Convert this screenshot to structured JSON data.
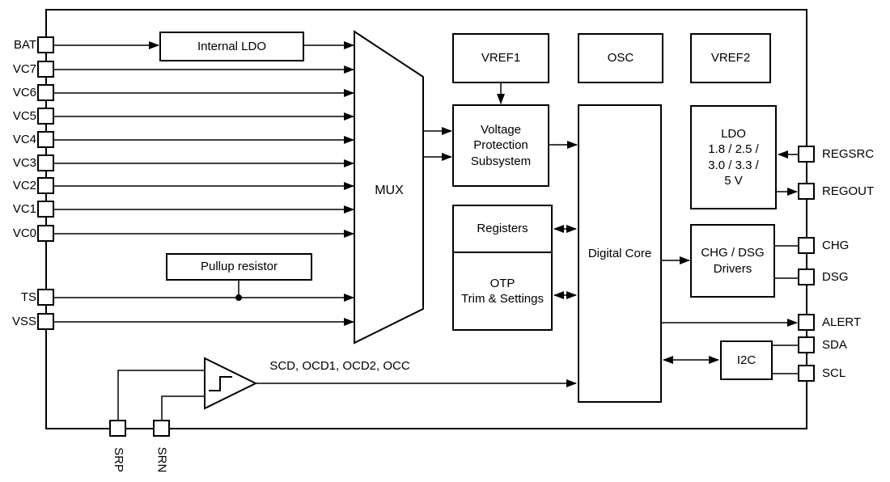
{
  "diagram_type": "ic-functional-block-diagram",
  "colors": {
    "line": "#000000",
    "background": "#ffffff",
    "block_fill": "#ffffff"
  },
  "pins": {
    "bat": "BAT",
    "vc7": "VC7",
    "vc6": "VC6",
    "vc5": "VC5",
    "vc4": "VC4",
    "vc3": "VC3",
    "vc2": "VC2",
    "vc1": "VC1",
    "vc0": "VC0",
    "ts": "TS",
    "vss": "VSS",
    "regsrc": "REGSRC",
    "regout": "REGOUT",
    "chg": "CHG",
    "dsg": "DSG",
    "alert": "ALERT",
    "sda": "SDA",
    "scl": "SCL",
    "srp": "SRP",
    "srn": "SRN"
  },
  "blocks": {
    "internal_ldo": "Internal LDO",
    "pullup_resistor": "Pullup resistor",
    "mux": "MUX",
    "vref1": "VREF1",
    "osc": "OSC",
    "vref2": "VREF2",
    "voltage_protection": "Voltage\nProtection\nSubsystem",
    "registers": "Registers",
    "otp": "OTP\nTrim & Settings",
    "digital_core": "Digital Core",
    "ldo_output": "LDO\n1.8 / 2.5 /\n3.0 / 3.3 /\n5 V",
    "chg_dsg_drivers": "CHG / DSG\nDrivers",
    "i2c": "I2C"
  },
  "labels": {
    "comparator_output": "SCD, OCD1, OCD2, OCC"
  }
}
